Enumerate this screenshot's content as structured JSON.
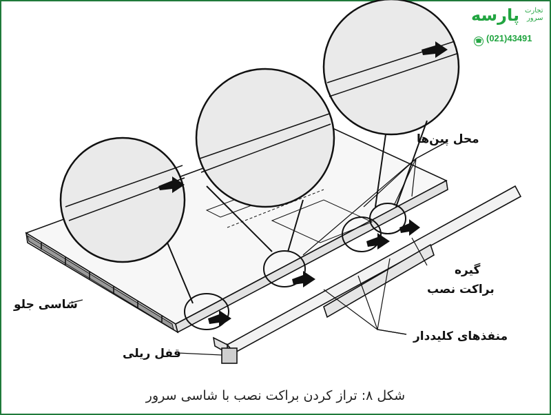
{
  "brand": {
    "name": "پارسه",
    "subtitle_line1": "تجارت",
    "subtitle_line2": "سرور",
    "phone": "(021)43491",
    "color": "#22a541"
  },
  "labels": {
    "pin_location": "محل پین‌ها",
    "mounting_bracket_clip_line1": "گیره",
    "mounting_bracket_clip_line2": "براکت نصب",
    "front_chassis": "شاسی جلو",
    "keyhole_slots": "منفذهای کلیددار",
    "rail_lock": "قفل ریلی"
  },
  "caption": "شکل ۸: تراز کردن براکت نصب با شاسی سرور",
  "colors": {
    "frame": "#1f7a3a",
    "line": "#111111"
  },
  "icons": [
    "phone-icon",
    "arrow-icon"
  ]
}
